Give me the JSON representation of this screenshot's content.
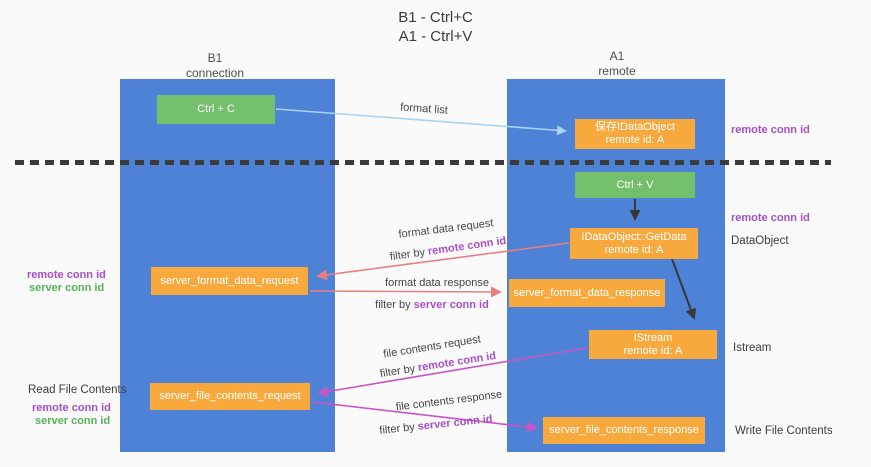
{
  "title": {
    "line1": "B1 - Ctrl+C",
    "line2": "A1 - Ctrl+V"
  },
  "lanes": {
    "left": {
      "header_line1": "B1",
      "header_line2": "connection"
    },
    "right": {
      "header_line1": "A1",
      "header_line2": "remote"
    }
  },
  "boxes": {
    "ctrl_c": "Ctrl + C",
    "ctrl_v": "Ctrl + V",
    "save_idataobject": {
      "line1": "保存IDataObject",
      "line2": "remote id: A"
    },
    "getdata": {
      "line1": "IDataObject::GetData",
      "line2": "remote id: A"
    },
    "istream": {
      "line1": "IStream",
      "line2": "remote id: A"
    },
    "server_format_data_request": "server_format_data_request",
    "server_format_data_response": "server_format_data_response",
    "server_file_contents_request": "server_file_contents_request",
    "server_file_contents_response": "server_file_contents_response"
  },
  "annotations": {
    "format_list": "format list",
    "format_data_request": "format data request",
    "format_data_response": "format data response",
    "file_contents_request": "file contents request",
    "file_contents_response": "file contents response",
    "filter_by": "filter by",
    "remote_conn_id": "remote conn id",
    "server_conn_id": "server conn id"
  },
  "side_labels": {
    "right_remote_conn_id_top": "remote conn id",
    "right_remote_conn_id_mid": "remote conn id",
    "dataobject": "DataObject",
    "istream": "Istream",
    "write_file_contents": "Write File Contents",
    "read_file_contents": "Read File Contents",
    "left_remote_conn_id_top": "remote conn id",
    "left_server_conn_id_top": "server conn id",
    "left_remote_conn_id_bottom": "remote conn id",
    "left_server_conn_id_bottom": "server conn id"
  },
  "colors": {
    "lane_blue": "#4d82d6",
    "box_orange": "#f8a93e",
    "box_green": "#74bf6c",
    "arrow_red": "#e88080",
    "arrow_magenta": "#ca54c6",
    "arrow_blue": "#a9d3f2",
    "arrow_black": "#383838",
    "text_purple": "#a74fc6",
    "text_green": "#56b356",
    "dashed_line": "#3b3b3b"
  }
}
